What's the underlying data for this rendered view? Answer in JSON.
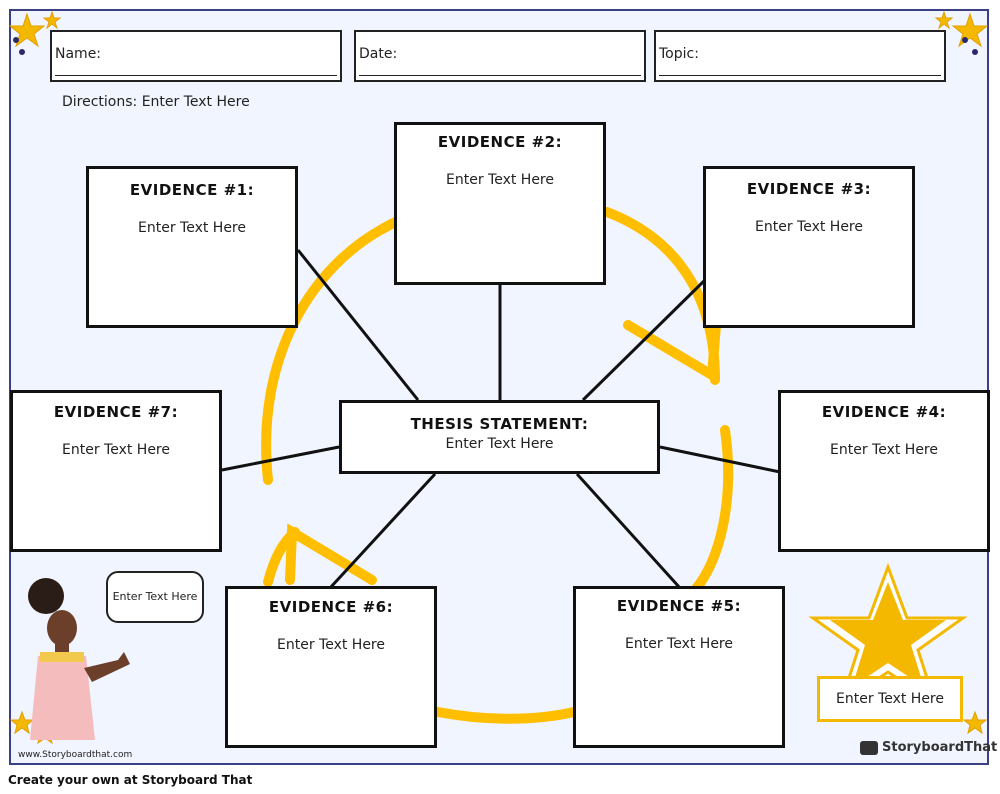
{
  "header": {
    "name_label": "Name:",
    "date_label": "Date:",
    "topic_label": "Topic:"
  },
  "directions": "Directions: Enter Text Here",
  "thesis": {
    "title": "THESIS STATEMENT:",
    "body": "Enter Text Here"
  },
  "evidence": [
    {
      "title": "EVIDENCE #1:",
      "body": "Enter Text Here"
    },
    {
      "title": "EVIDENCE #2:",
      "body": "Enter Text Here"
    },
    {
      "title": "EVIDENCE #3:",
      "body": "Enter Text Here"
    },
    {
      "title": "EVIDENCE #4:",
      "body": "Enter Text Here"
    },
    {
      "title": "EVIDENCE #5:",
      "body": "Enter Text Here"
    },
    {
      "title": "EVIDENCE #6:",
      "body": "Enter Text Here"
    },
    {
      "title": "EVIDENCE #7:",
      "body": "Enter Text Here"
    }
  ],
  "speech_bubble": "Enter Text Here",
  "star_box": "Enter Text Here",
  "watermark": "www.Storyboardthat.com",
  "brand": "StoryboardThat",
  "footer": "Create your own at Storyboard That",
  "colors": {
    "frame": "#3b3f86",
    "background": "#f1f5ff",
    "arrow": "#ffbf00",
    "star": "#f5b800"
  }
}
